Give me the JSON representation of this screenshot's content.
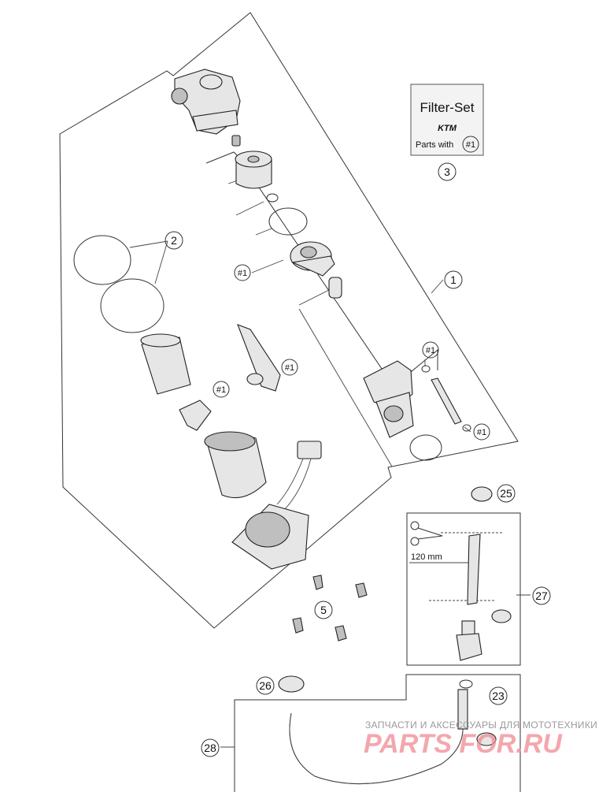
{
  "filter_set": {
    "title": "Filter-Set",
    "brand": "KTM",
    "parts_with_prefix": "Parts with",
    "parts_with_ref": "#1",
    "callout": "3"
  },
  "callouts": {
    "c1": "1",
    "c2": "2",
    "c5": "5",
    "c23": "23",
    "c25": "25",
    "c26": "26",
    "c27": "27",
    "c28": "28"
  },
  "refs": {
    "r_left_upper": "#1",
    "r_mid": "#1",
    "r_left_lower": "#1",
    "r_right_upper": "#1",
    "r_right_lower": "#1"
  },
  "measure": {
    "length": "120 mm"
  },
  "watermark": {
    "line1": "ЗАПЧАСТИ И АКСЕССУАРЫ ДЛЯ МОТОТЕХНИКИ",
    "line2": "PARTS FOR.RU"
  }
}
